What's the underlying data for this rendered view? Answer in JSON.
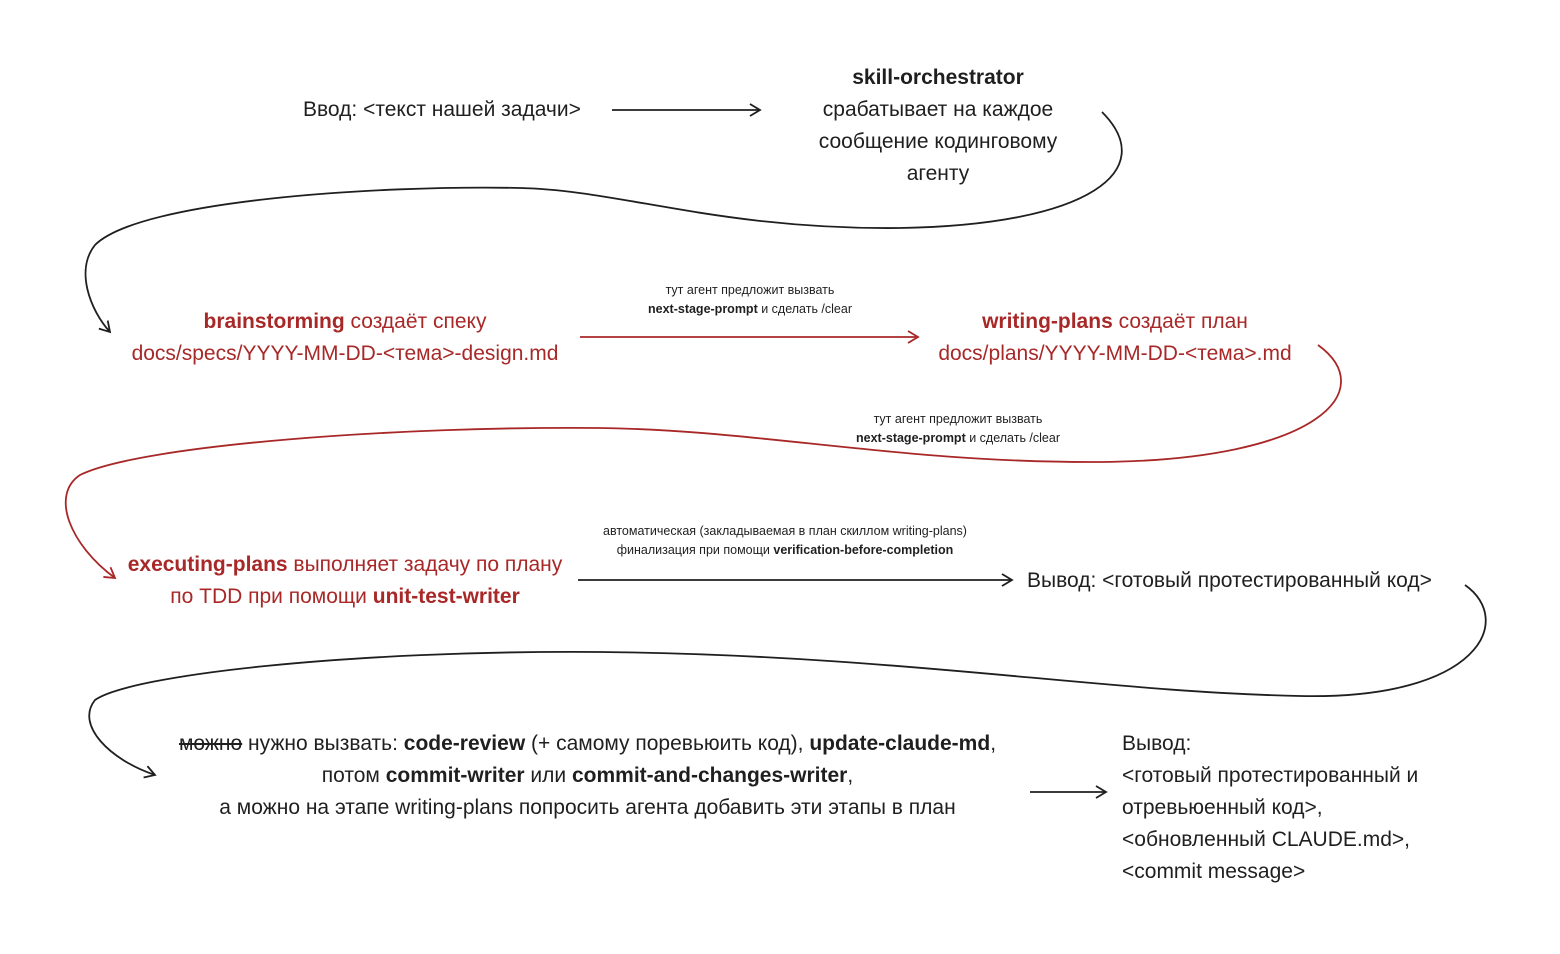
{
  "colors": {
    "text": "#1f1f1f",
    "accent": "#a82828",
    "background": "#ffffff"
  },
  "input": {
    "label": "Ввод: <текст нашей задачи>"
  },
  "orchestrator": {
    "name": "skill-orchestrator",
    "lines": [
      "срабатывает на каждое",
      "сообщение кодинговому",
      "агенту"
    ]
  },
  "brainstorming": {
    "name": "brainstorming",
    "action": " создаёт спеку",
    "path": "docs/specs/YYYY-MM-DD-<тема>-design.md"
  },
  "note_1": {
    "line1": "тут агент предложит вызвать",
    "skill": "next-stage-prompt",
    "line2_rest": " и  сделать /clear"
  },
  "writing_plans": {
    "name": "writing-plans",
    "action": " создаёт план",
    "path": "docs/plans/YYYY-MM-DD-<тема>.md"
  },
  "note_2": {
    "line1": "тут агент предложит вызвать",
    "skill": "next-stage-prompt",
    "line2_rest": " и  сделать /clear"
  },
  "executing": {
    "name": "executing-plans",
    "action": " выполняет задачу по плану",
    "line2_prefix": "по TDD при помощи ",
    "helper": "unit-test-writer"
  },
  "note_3": {
    "line1": "автоматическая (закладываемая в план скиллом writing-plans)",
    "line2_prefix": "финализация при помощи ",
    "skill": "verification-before-completion"
  },
  "output_1": {
    "label": "Вывод: <готовый протестированный код>"
  },
  "final_step": {
    "struck": "можно",
    "l1_a": " нужно вызвать: ",
    "l1_b": "code-review",
    "l1_c": " (+ самому поревьюить код), ",
    "l1_d": "update-claude-md",
    "l1_e": ",",
    "l2_a": "потом ",
    "l2_b": "commit-writer",
    "l2_c": " или ",
    "l2_d": "commit-and-changes-writer",
    "l2_e": ",",
    "l3": "а можно на этапе writing-plans попросить агента добавить эти этапы в план"
  },
  "output_2": {
    "lines": [
      "Вывод:",
      "<готовый протестированный и",
      "отревьюенный код>,",
      "<обновленный CLAUDE.md>,",
      "<commit message>"
    ]
  }
}
